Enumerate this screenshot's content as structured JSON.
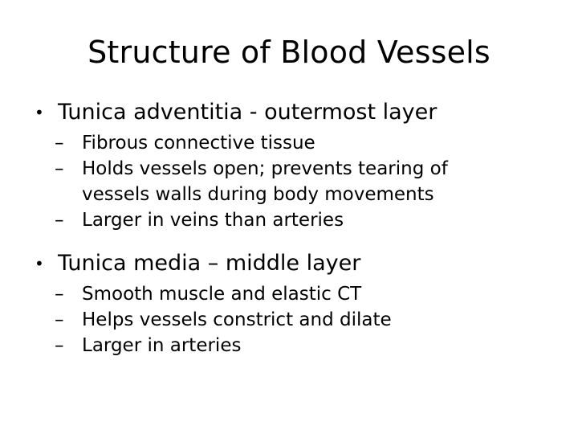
{
  "slide": {
    "title": "Structure of Blood Vessels",
    "background_color": "#ffffff",
    "text_color": "#000000",
    "bullet_marker_l1": "•",
    "bullet_marker_l2": "–",
    "groups": [
      {
        "heading": "Tunica adventitia - outermost layer",
        "items": [
          "Fibrous connective tissue",
          "Holds vessels open; prevents tearing of vessels walls during body movements",
          "Larger in veins than arteries"
        ]
      },
      {
        "heading": "Tunica media – middle layer",
        "items": [
          "Smooth muscle and elastic CT",
          "Helps vessels constrict and dilate",
          "Larger in arteries"
        ]
      }
    ]
  }
}
